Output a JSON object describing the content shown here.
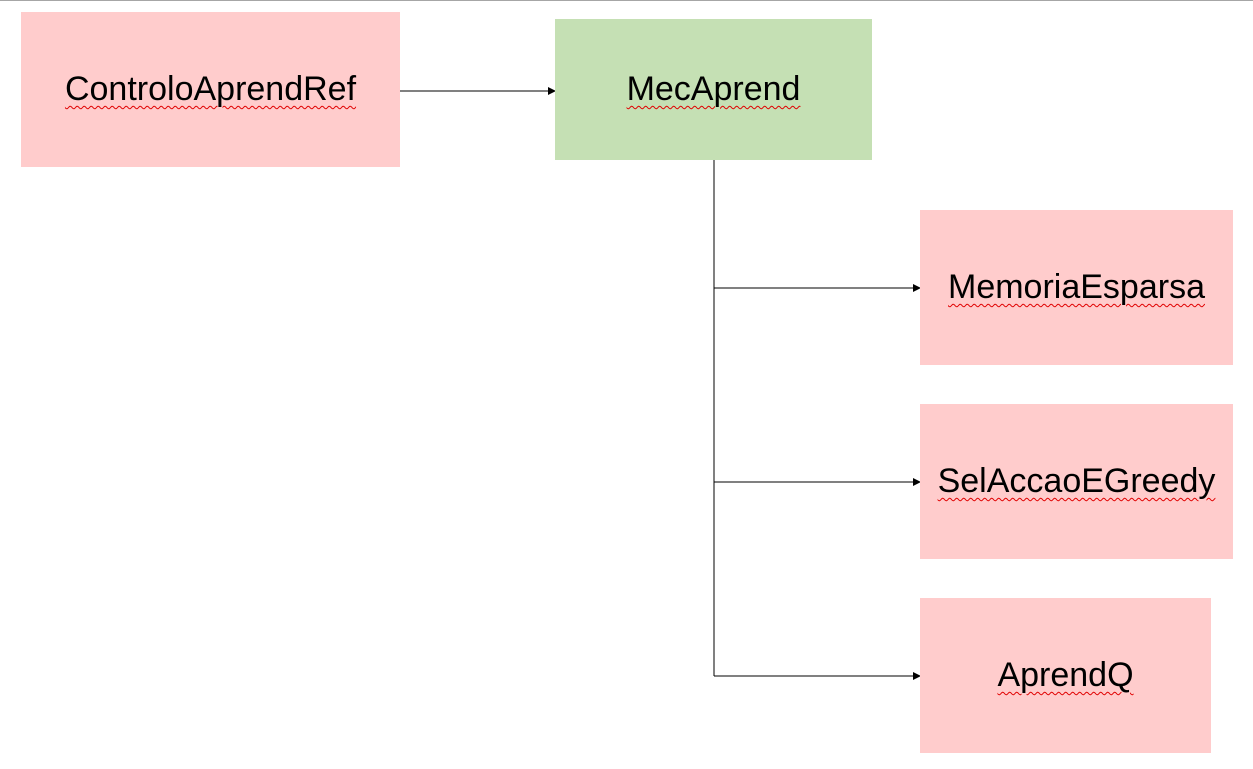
{
  "diagram": {
    "colors": {
      "pink_node": "#ffcccc",
      "green_node": "#c5e0b4",
      "connector": "#000000",
      "spell_underline": "#e00000"
    },
    "nodes": {
      "controlo": {
        "label": "ControloAprendRef"
      },
      "mec": {
        "label": "MecAprend"
      },
      "memoria": {
        "label": "MemoriaEsparsa"
      },
      "sel": {
        "label": "SelAccaoEGreedy"
      },
      "aprendq": {
        "label": "AprendQ"
      }
    }
  }
}
